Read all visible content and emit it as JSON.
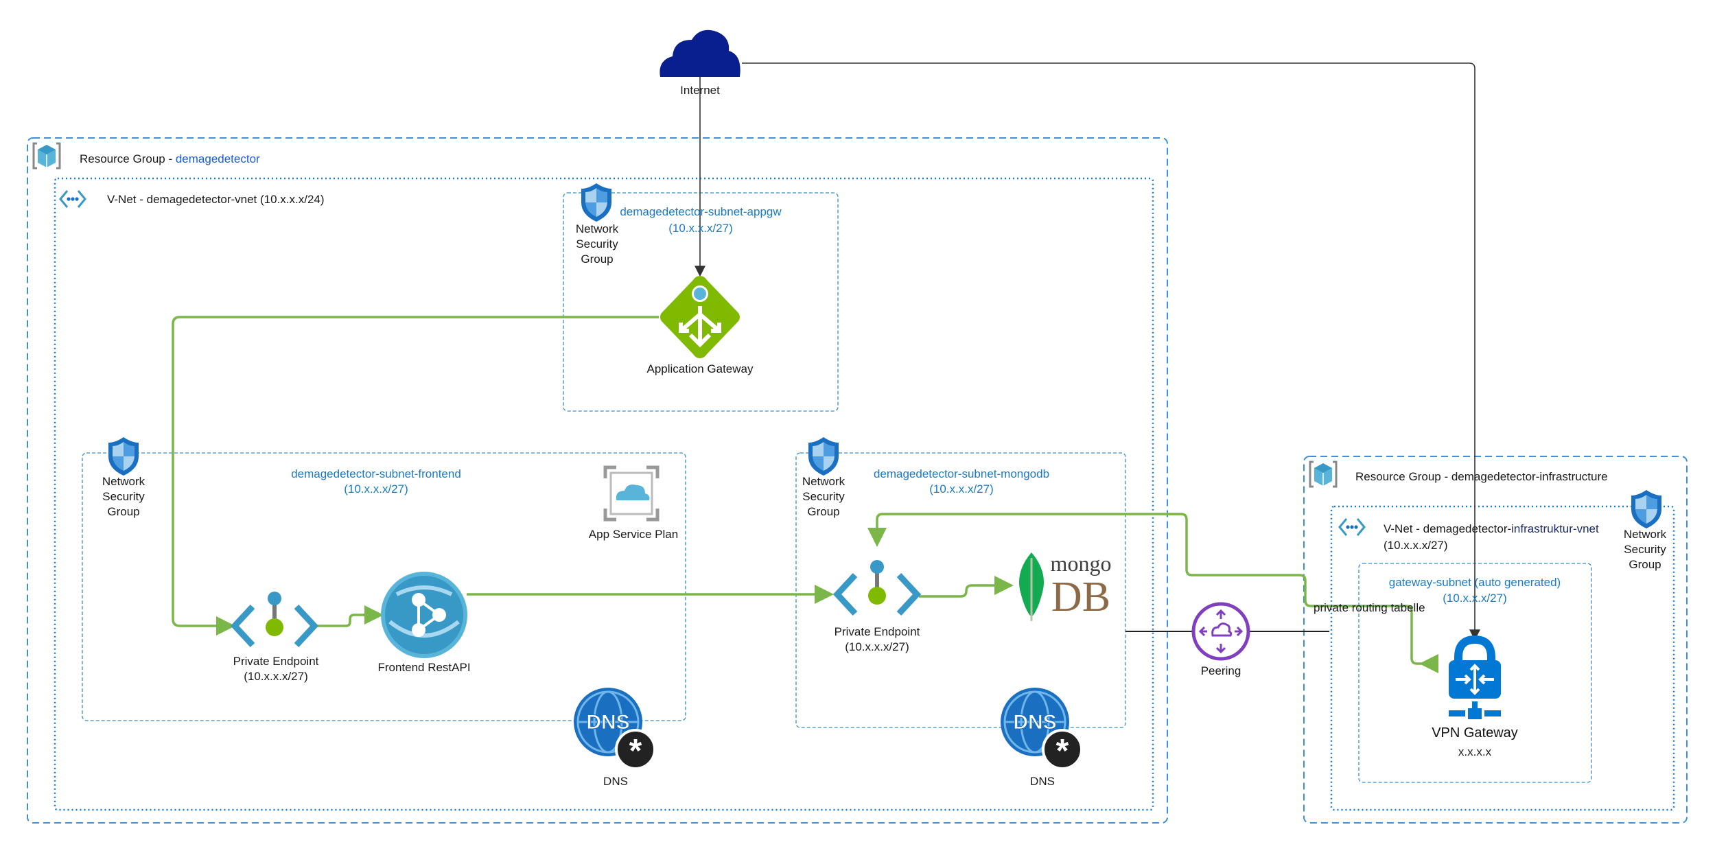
{
  "internet": {
    "label": "Internet",
    "icon": "cloud-icon"
  },
  "resource_group_main": {
    "prefix": "Resource Group - ",
    "name": "demagedetector"
  },
  "vnet_main": {
    "label": "V-Net - demagedetector-vnet (10.x.x.x/24)"
  },
  "subnet_appgw": {
    "name": "demagedetector-subnet-appgw",
    "cidr": "(10.x.x.x/27)"
  },
  "subnet_frontend": {
    "name": "demagedetector-subnet-frontend",
    "cidr": "(10.x.x.x/27)"
  },
  "subnet_mongodb": {
    "name": "demagedetector-subnet-mongodb",
    "cidr": "(10.x.x.x/27)"
  },
  "nsg": {
    "line1": "Network",
    "line2": "Security",
    "line3": "Group"
  },
  "application_gateway": {
    "label": "Application Gateway"
  },
  "app_service_plan": {
    "label": "App Service Plan"
  },
  "private_endpoint_frontend": {
    "label": "Private Endpoint",
    "cidr": "(10.x.x.x/27)"
  },
  "frontend_api": {
    "label": "Frontend RestAPI"
  },
  "private_endpoint_mongodb": {
    "label": "Private Endpoint",
    "cidr": "(10.x.x.x/27)"
  },
  "mongodb": {
    "logo_top": "mongo",
    "logo_bottom": "DB"
  },
  "dns": {
    "label": "DNS"
  },
  "peering": {
    "label": "Peering"
  },
  "resource_group_infra": {
    "label": "Resource Group - demagedetector-infrastructure"
  },
  "vnet_infra": {
    "prefix": "V-Net - demagedetector-",
    "name": "infrastruktur-vnet",
    "cidr": "(10.x.x.x/27)"
  },
  "gateway_subnet": {
    "name": "gateway-subnet (auto generated)",
    "cidr": "(10.x.x.x/27)"
  },
  "routing": {
    "label": "private routing tabelle"
  },
  "vpn_gateway": {
    "label": "VPN Gateway",
    "ip": "x.x.x.x"
  },
  "colors": {
    "azure_blue": "#0078d4",
    "link_green": "#7ab648",
    "label_blue": "#1a7bc4",
    "internet_navy": "#0a1f8f",
    "peering_purple": "#7f3fbf"
  }
}
